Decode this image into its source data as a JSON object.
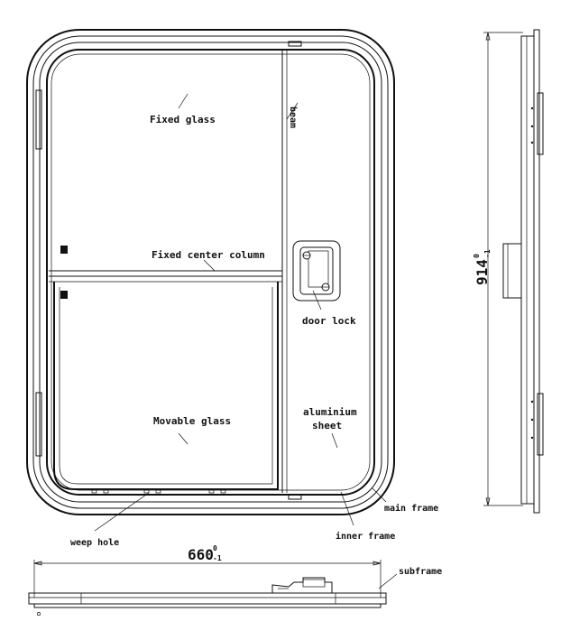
{
  "labels": {
    "fixed_glass": "Fixed glass",
    "beam": "beam",
    "fixed_center_column": "Fixed center column",
    "door_lock": "door lock",
    "movable_glass": "Movable glass",
    "aluminium_sheet_line1": "aluminium",
    "aluminium_sheet_line2": "sheet",
    "main_frame": "main frame",
    "inner_frame": "inner frame",
    "weep_hole": "weep hole",
    "subframe": "subframe"
  },
  "dimensions": {
    "height": {
      "value": "914",
      "tol_upper": "0",
      "tol_lower": "-1"
    },
    "width": {
      "value": "660",
      "tol_upper": "0",
      "tol_lower": "-1"
    }
  }
}
